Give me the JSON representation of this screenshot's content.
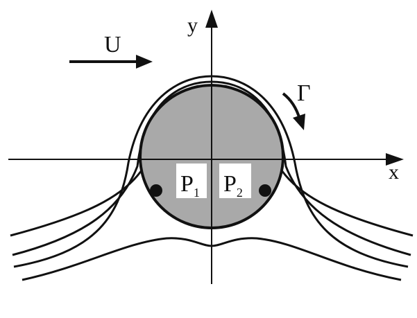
{
  "labels": {
    "freestream": "U",
    "circulation": "Γ",
    "y_axis": "y",
    "x_axis": "x",
    "p1_main": "P",
    "p1_sub": "1",
    "p2_main": "P",
    "p2_sub": "2"
  },
  "colors": {
    "ink": "#111111",
    "cylinder_fill": "#a9a9a9",
    "label_box": "#ffffff",
    "background": "#ffffff"
  },
  "icons": {
    "stagnation_point": "filled-circle",
    "flow_arrow": "right-arrow",
    "rotation_arrow": "curved-arrow-clockwise"
  }
}
